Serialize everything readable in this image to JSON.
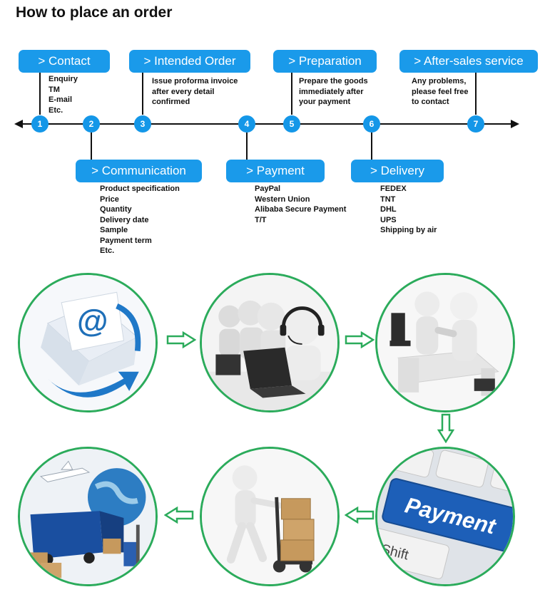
{
  "title": "How to place an order",
  "colors": {
    "accent": "#1a9aea",
    "node": "#1497e8",
    "ring": "#2bab5b"
  },
  "steps": [
    {
      "number": "1",
      "label": "> Contact",
      "details": [
        "Enquiry",
        "TM",
        "E-mail",
        "Etc."
      ]
    },
    {
      "number": "2",
      "label": "> Communication",
      "details": [
        "Product specification",
        "Price",
        "Quantity",
        "Delivery date",
        "Sample",
        "Payment term",
        "Etc."
      ]
    },
    {
      "number": "3",
      "label": "> Intended Order",
      "details": [
        "Issue proforma invoice",
        "after every detail",
        "confirmed"
      ]
    },
    {
      "number": "4",
      "label": "> Payment",
      "details": [
        "PayPal",
        "Western Union",
        "Alibaba Secure Payment",
        "T/T"
      ]
    },
    {
      "number": "5",
      "label": "> Preparation",
      "details": [
        "Prepare the goods",
        "immediately after",
        "your payment"
      ]
    },
    {
      "number": "6",
      "label": "> Delivery",
      "details": [
        "FEDEX",
        "TNT",
        "DHL",
        "UPS",
        "Shipping by air"
      ]
    },
    {
      "number": "7",
      "label": "> After-sales service",
      "details": [
        "Any problems,",
        "please feel free",
        "to contact"
      ]
    }
  ],
  "illustrations": {
    "keyboard_keys": {
      "main": "Payment",
      "secondary": "Shift"
    }
  }
}
